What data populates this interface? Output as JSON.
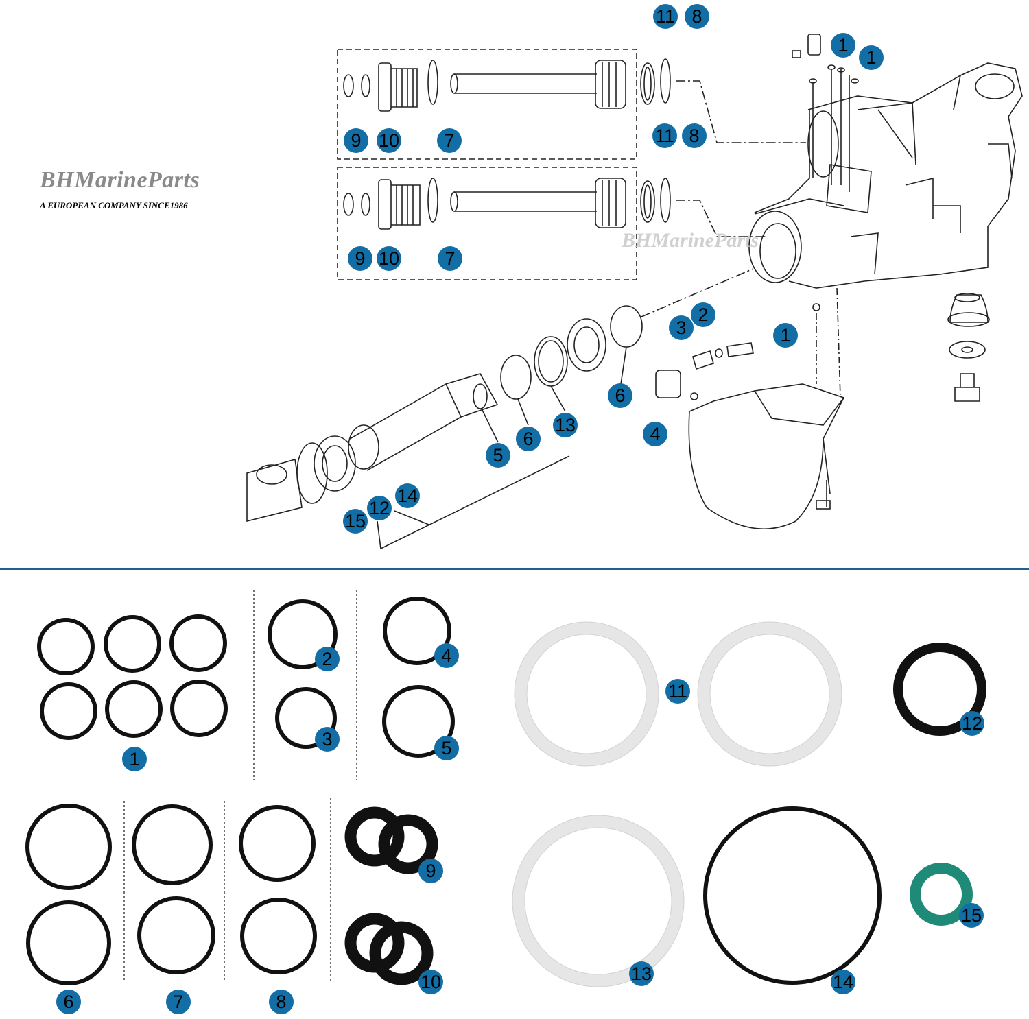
{
  "brand": {
    "name": "BHMarineParts",
    "tagline": "A EUROPEAN COMPANY SINCE1986",
    "watermark": "BHMarineParts"
  },
  "colors": {
    "badge": "#136ea6",
    "divider": "#1f5f93",
    "oring_black": "#111111",
    "ptfe_white": "#eeeeee",
    "viton_green": "#1f8a78"
  },
  "diagram_callouts": [
    {
      "id": "d11a",
      "label": "11"
    },
    {
      "id": "d8a",
      "label": "8"
    },
    {
      "id": "d1a",
      "label": "1"
    },
    {
      "id": "d1b",
      "label": "1"
    },
    {
      "id": "d9a",
      "label": "9"
    },
    {
      "id": "d10a",
      "label": "10"
    },
    {
      "id": "d7a",
      "label": "7"
    },
    {
      "id": "d11b",
      "label": "11"
    },
    {
      "id": "d8b",
      "label": "8"
    },
    {
      "id": "d9b",
      "label": "9"
    },
    {
      "id": "d10b",
      "label": "10"
    },
    {
      "id": "d7b",
      "label": "7"
    },
    {
      "id": "d2",
      "label": "2"
    },
    {
      "id": "d3",
      "label": "3"
    },
    {
      "id": "d1c",
      "label": "1"
    },
    {
      "id": "d6a",
      "label": "6"
    },
    {
      "id": "d4",
      "label": "4"
    },
    {
      "id": "d13",
      "label": "13"
    },
    {
      "id": "d6b",
      "label": "6"
    },
    {
      "id": "d5",
      "label": "5"
    },
    {
      "id": "d14",
      "label": "14"
    },
    {
      "id": "d12",
      "label": "12"
    },
    {
      "id": "d15",
      "label": "15"
    }
  ],
  "parts_callouts": [
    {
      "id": "p1",
      "label": "1"
    },
    {
      "id": "p2",
      "label": "2"
    },
    {
      "id": "p3",
      "label": "3"
    },
    {
      "id": "p4",
      "label": "4"
    },
    {
      "id": "p5",
      "label": "5"
    },
    {
      "id": "p6",
      "label": "6"
    },
    {
      "id": "p7",
      "label": "7"
    },
    {
      "id": "p8",
      "label": "8"
    },
    {
      "id": "p9",
      "label": "9"
    },
    {
      "id": "p10",
      "label": "10"
    },
    {
      "id": "p11",
      "label": "11"
    },
    {
      "id": "p12",
      "label": "12"
    },
    {
      "id": "p13",
      "label": "13"
    },
    {
      "id": "p14",
      "label": "14"
    },
    {
      "id": "p15",
      "label": "15"
    }
  ]
}
